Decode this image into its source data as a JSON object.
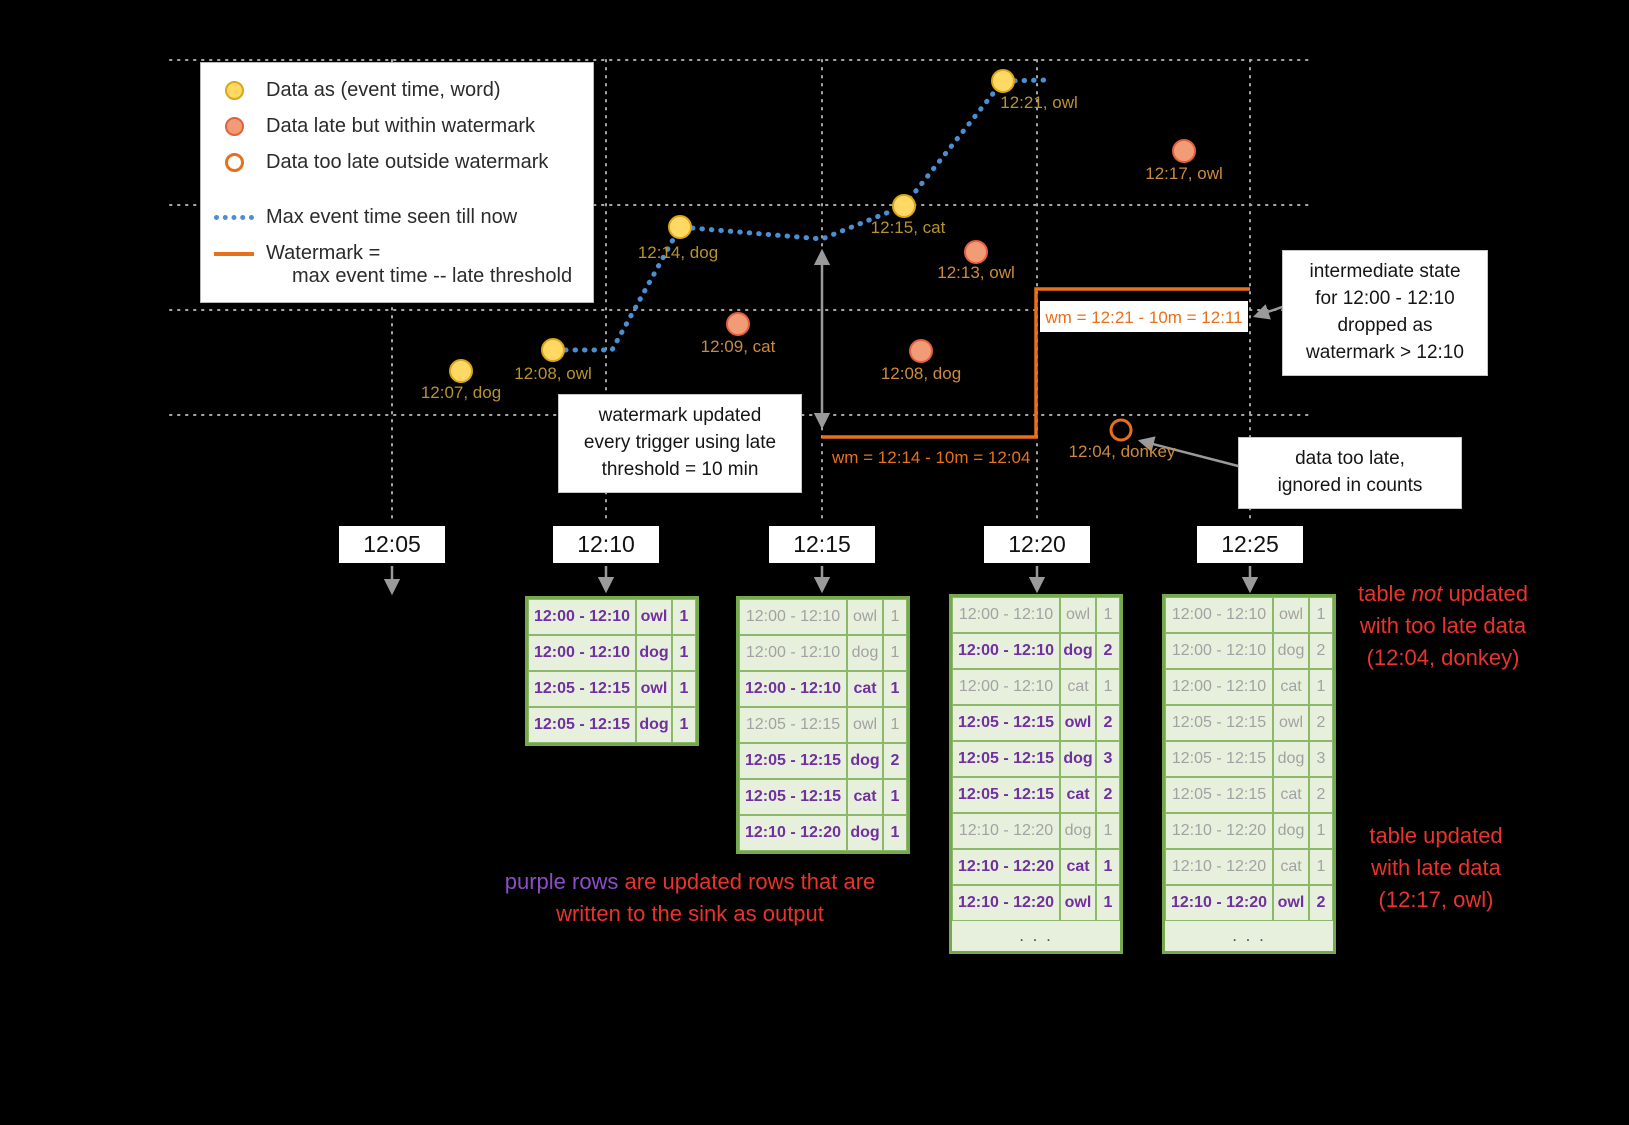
{
  "legend": {
    "items": [
      {
        "marker": "ontime-dot",
        "label": "Data as (event time, word)"
      },
      {
        "marker": "late-dot",
        "label": "Data late but within watermark"
      },
      {
        "marker": "toolate-dot",
        "label": "Data too late outside watermark"
      },
      {
        "marker": "max-event-time-line",
        "label": "Max event time seen till now"
      },
      {
        "marker": "watermark-line",
        "label": "Watermark =",
        "label2": "max event time -- late threshold"
      }
    ]
  },
  "axis": {
    "ticks": [
      "12:05",
      "12:10",
      "12:15",
      "12:20",
      "12:25"
    ]
  },
  "points": [
    {
      "label": "12:07, dog",
      "type": "on-time"
    },
    {
      "label": "12:08, owl",
      "type": "on-time"
    },
    {
      "label": "12:14, dog",
      "type": "on-time"
    },
    {
      "label": "12:15, cat",
      "type": "on-time"
    },
    {
      "label": "12:21, owl",
      "type": "on-time"
    },
    {
      "label": "12:09, cat",
      "type": "late-within-watermark"
    },
    {
      "label": "12:13, owl",
      "type": "late-within-watermark"
    },
    {
      "label": "12:08, dog",
      "type": "late-within-watermark"
    },
    {
      "label": "12:17, owl",
      "type": "late-within-watermark"
    },
    {
      "label": "12:04, donkey",
      "type": "too-late-outside-watermark"
    }
  ],
  "watermark": {
    "label1": "wm = 12:14 - 10m = 12:04",
    "label2": "wm = 12:21 - 10m = 12:11"
  },
  "callouts": {
    "wm_updated": {
      "lines": [
        "watermark updated",
        "every trigger using late",
        "threshold = 10 min"
      ]
    },
    "intermediate": {
      "lines": [
        "intermediate state",
        "for 12:00 - 12:10",
        "dropped as",
        "watermark > 12:10"
      ]
    },
    "too_late": {
      "lines": [
        "data too late,",
        "ignored in counts"
      ]
    }
  },
  "annotations": {
    "purple_rows": {
      "highlight": "purple rows",
      "rest": " are updated rows that are written to the sink as output"
    },
    "not_updated": {
      "pre": "table ",
      "italic": "not",
      "rest": " updated with too late data (12:04, donkey)"
    },
    "updated_late": {
      "text": "table updated with late data (12:17, owl)"
    }
  },
  "ui": {
    "ellipsis": ". . ."
  },
  "tables": [
    {
      "trigger": "12:10",
      "ellipsis": false,
      "rows": [
        {
          "window": "12:00 - 12:10",
          "word": "owl",
          "count": "1",
          "updated": true
        },
        {
          "window": "12:00 - 12:10",
          "word": "dog",
          "count": "1",
          "updated": true
        },
        {
          "window": "12:05 - 12:15",
          "word": "owl",
          "count": "1",
          "updated": true
        },
        {
          "window": "12:05 - 12:15",
          "word": "dog",
          "count": "1",
          "updated": true
        }
      ]
    },
    {
      "trigger": "12:15",
      "ellipsis": false,
      "rows": [
        {
          "window": "12:00 - 12:10",
          "word": "owl",
          "count": "1",
          "updated": false
        },
        {
          "window": "12:00 - 12:10",
          "word": "dog",
          "count": "1",
          "updated": false
        },
        {
          "window": "12:00 - 12:10",
          "word": "cat",
          "count": "1",
          "updated": true
        },
        {
          "window": "12:05 - 12:15",
          "word": "owl",
          "count": "1",
          "updated": false
        },
        {
          "window": "12:05 - 12:15",
          "word": "dog",
          "count": "2",
          "updated": true
        },
        {
          "window": "12:05 - 12:15",
          "word": "cat",
          "count": "1",
          "updated": true
        },
        {
          "window": "12:10 - 12:20",
          "word": "dog",
          "count": "1",
          "updated": true
        }
      ]
    },
    {
      "trigger": "12:20",
      "ellipsis": true,
      "rows": [
        {
          "window": "12:00 - 12:10",
          "word": "owl",
          "count": "1",
          "updated": false
        },
        {
          "window": "12:00 - 12:10",
          "word": "dog",
          "count": "2",
          "updated": true
        },
        {
          "window": "12:00 - 12:10",
          "word": "cat",
          "count": "1",
          "updated": false
        },
        {
          "window": "12:05 - 12:15",
          "word": "owl",
          "count": "2",
          "updated": true
        },
        {
          "window": "12:05 - 12:15",
          "word": "dog",
          "count": "3",
          "updated": true
        },
        {
          "window": "12:05 - 12:15",
          "word": "cat",
          "count": "2",
          "updated": true
        },
        {
          "window": "12:10 - 12:20",
          "word": "dog",
          "count": "1",
          "updated": false
        },
        {
          "window": "12:10 - 12:20",
          "word": "cat",
          "count": "1",
          "updated": true
        },
        {
          "window": "12:10 - 12:20",
          "word": "owl",
          "count": "1",
          "updated": true
        }
      ]
    },
    {
      "trigger": "12:25",
      "ellipsis": true,
      "rows": [
        {
          "window": "12:00 - 12:10",
          "word": "owl",
          "count": "1",
          "updated": false
        },
        {
          "window": "12:00 - 12:10",
          "word": "dog",
          "count": "2",
          "updated": false
        },
        {
          "window": "12:00 - 12:10",
          "word": "cat",
          "count": "1",
          "updated": false
        },
        {
          "window": "12:05 - 12:15",
          "word": "owl",
          "count": "2",
          "updated": false
        },
        {
          "window": "12:05 - 12:15",
          "word": "dog",
          "count": "3",
          "updated": false
        },
        {
          "window": "12:05 - 12:15",
          "word": "cat",
          "count": "2",
          "updated": false
        },
        {
          "window": "12:10 - 12:20",
          "word": "dog",
          "count": "1",
          "updated": false
        },
        {
          "window": "12:10 - 12:20",
          "word": "cat",
          "count": "1",
          "updated": false
        },
        {
          "window": "12:10 - 12:20",
          "word": "owl",
          "count": "2",
          "updated": true
        }
      ]
    }
  ]
}
